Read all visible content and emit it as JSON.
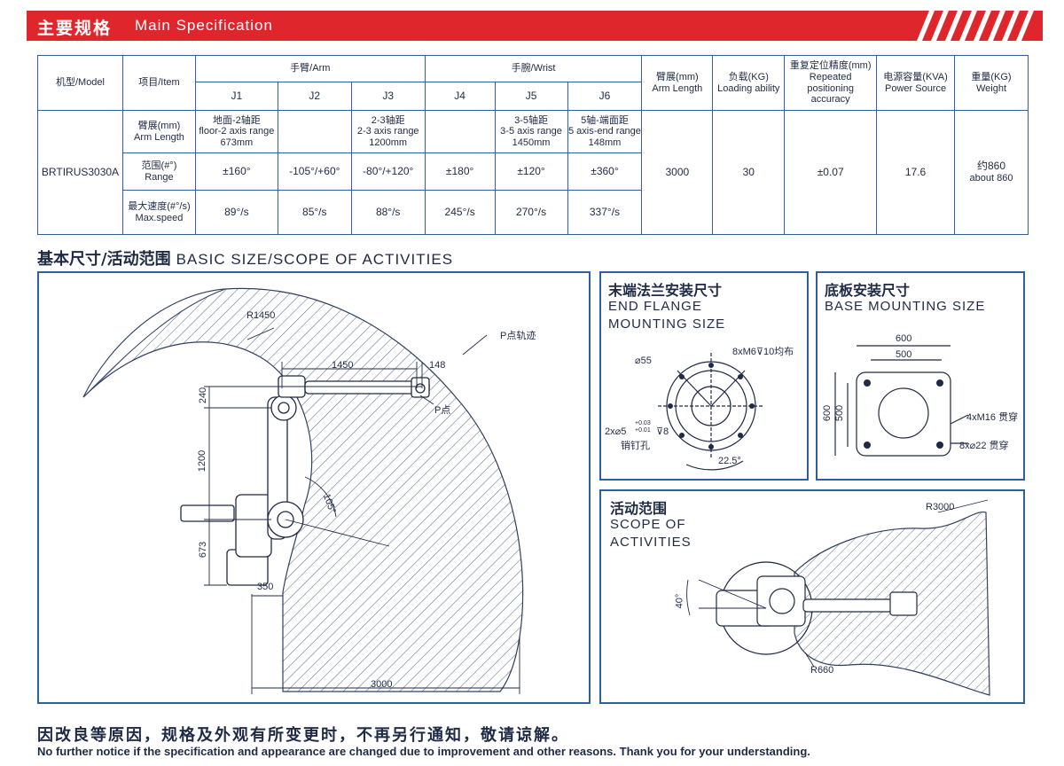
{
  "header": {
    "title_zh": "主要规格",
    "title_en": "Main Specification"
  },
  "spec_table": {
    "model_h": "机型/Model",
    "item_h": "项目/Item",
    "arm_h": "手臂/Arm",
    "wrist_h": "手腕/Wrist",
    "j1": "J1",
    "j2": "J2",
    "j3": "J3",
    "j4": "J4",
    "j5": "J5",
    "j6": "J6",
    "armlen_h1": "臂展(mm)",
    "armlen_h2": "Arm Length",
    "load_h1": "负载(KG)",
    "load_h2": "Loading ability",
    "rep_h1": "重复定位精度(mm)",
    "rep_h2": "Repeated positioning",
    "rep_h3": "accuracy",
    "power_h1": "电源容量(KVA)",
    "power_h2": "Power Source",
    "weight_h1": "重量(KG)",
    "weight_h2": "Weight",
    "model": "BRTIRUS3030A",
    "row1_zh": "臂展(mm)",
    "row1_en": "Arm Length",
    "row2_zh": "范围(#°)",
    "row2_en": "Range",
    "row3_zh": "最大速度(#°/s)",
    "row3_en": "Max.speed",
    "j1_arm_1": "地面-2轴距",
    "j1_arm_2": "floor-2 axis range",
    "j1_arm_3": "673mm",
    "j3_arm_1": "2-3轴距",
    "j3_arm_2": "2-3 axis range",
    "j3_arm_3": "1200mm",
    "j5_arm_1": "3-5轴距",
    "j5_arm_2": "3-5 axis range",
    "j5_arm_3": "1450mm",
    "j6_arm_1": "5轴-端面距",
    "j6_arm_2": "5 axis-end range",
    "j6_arm_3": "148mm",
    "range": [
      "±160°",
      "-105°/+60°",
      "-80°/+120°",
      "±180°",
      "±120°",
      "±360°"
    ],
    "speed": [
      "89°/s",
      "85°/s",
      "88°/s",
      "245°/s",
      "270°/s",
      "337°/s"
    ],
    "arm_length": "3000",
    "load": "30",
    "repeat": "±0.07",
    "power": "17.6",
    "weight_1": "约860",
    "weight_2": "about 860"
  },
  "basic": {
    "title_zh": "基本尺寸/活动范围",
    "title_en": "BASIC SIZE/SCOPE OF ACTIVITIES",
    "r1450": "R1450",
    "p_track": "P点轨迹",
    "d1450": "1450",
    "d148": "148",
    "p_point": "P点",
    "d240": "240",
    "d1200": "1200",
    "d673": "673",
    "d350": "350",
    "d3000": "3000",
    "a105": "105°"
  },
  "flange": {
    "title_zh": "末端法兰安装尺寸",
    "title_en1": "END FLANGE",
    "title_en2": "MOUNTING SIZE",
    "d55": "⌀55",
    "m6": "8xM6⊽10均布",
    "pin1": "2x⌀5",
    "tol": "+0.03 +0.01",
    "pin2": "⊽8",
    "pin3": "销钉孔",
    "ang": "22.5°"
  },
  "base": {
    "title_zh": "底板安装尺寸",
    "title_en": "BASE MOUNTING SIZE",
    "w600": "600",
    "w500": "500",
    "h600": "600",
    "h500": "500",
    "m16": "4xM16 贯穿",
    "d22": "8x⌀22 贯穿"
  },
  "scope": {
    "title_zh": "活动范围",
    "title_en1": "SCOPE OF",
    "title_en2": "ACTIVITIES",
    "r3000": "R3000",
    "a40": "40°",
    "r660": "R660"
  },
  "footer": {
    "zh": "因改良等原因，规格及外观有所变更时，不再另行通知，敬请谅解。",
    "en": "No further notice if the specification and appearance are changed due to improvement and other reasons. Thank you for your understanding."
  }
}
